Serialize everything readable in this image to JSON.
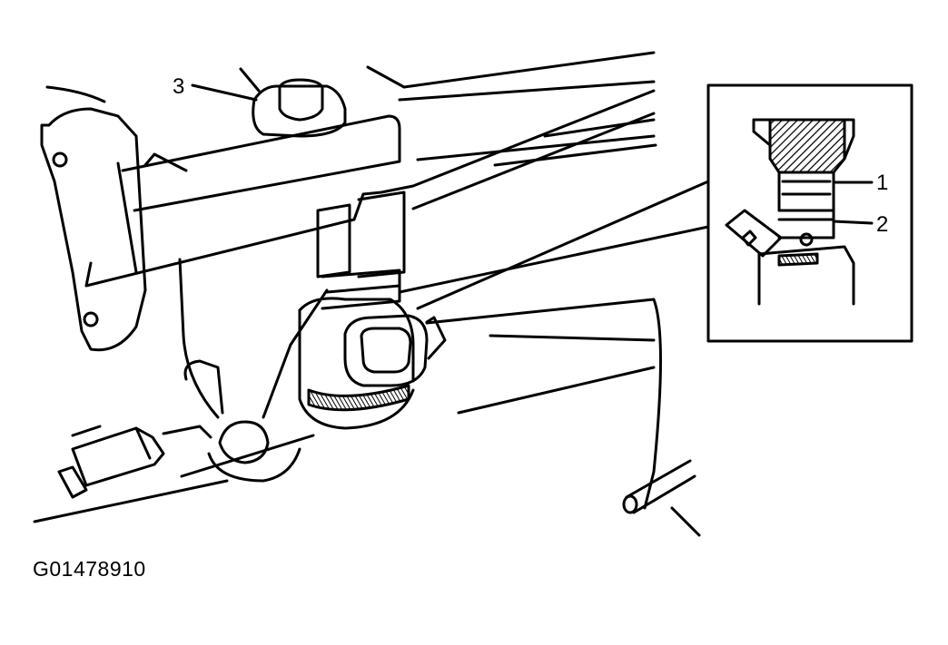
{
  "diagram": {
    "callouts": [
      {
        "id": "1",
        "label": "1"
      },
      {
        "id": "2",
        "label": "2"
      },
      {
        "id": "3",
        "label": "3"
      }
    ],
    "figure_id": "G01478910"
  },
  "colors": {
    "line": "#000000",
    "background": "#ffffff"
  }
}
